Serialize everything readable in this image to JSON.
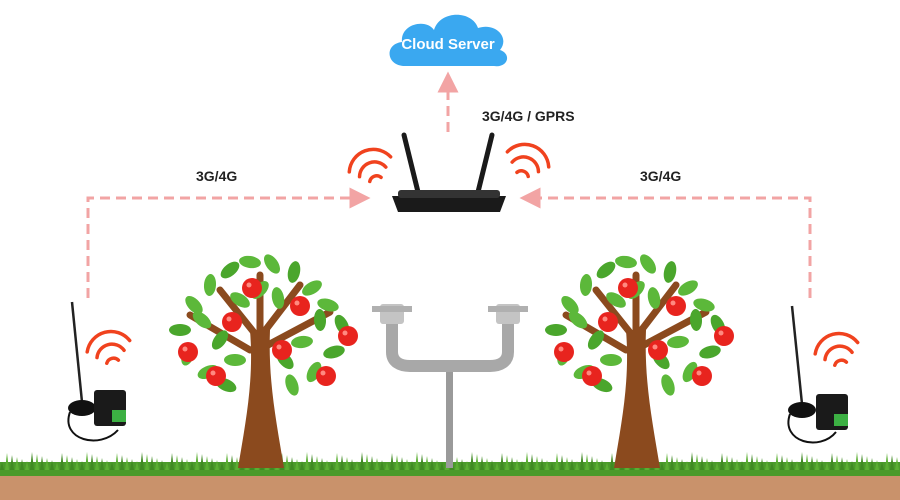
{
  "cloud": {
    "label": "Cloud Server",
    "color": "#3aa8f0"
  },
  "links": {
    "router_to_cloud": "3G/4G / GPRS",
    "left_device": "3G/4G",
    "right_device": "3G/4G"
  },
  "colors": {
    "dash": "#f2a4a4",
    "signal": "#f0421e",
    "grass": "#4a9a2a",
    "soil": "#c9926b",
    "trunk": "#8b4a1e",
    "leaf": "#5cb83a",
    "apple": "#e8241e",
    "router": "#1a1a1a",
    "station": "#a8a8a8"
  },
  "icons": [
    "cloud-icon",
    "router-icon",
    "wifi-signal-icon",
    "apple-tree-icon",
    "weather-station-icon",
    "cellular-transmitter-icon"
  ]
}
